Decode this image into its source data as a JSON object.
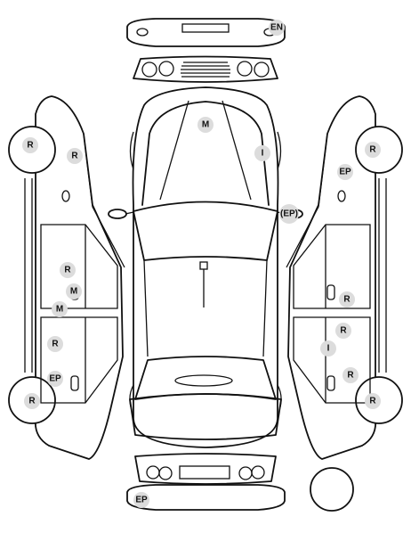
{
  "diagram": {
    "markers": [
      {
        "id": "front-bumper-en",
        "code": "EN"
      },
      {
        "id": "roof-m",
        "code": "M"
      },
      {
        "id": "windshield-i",
        "code": "I"
      },
      {
        "id": "right-front-wheel-r",
        "code": "R"
      },
      {
        "id": "right-front-fender-ep",
        "code": "EP"
      },
      {
        "id": "right-mirror-ep",
        "code": "(EP)"
      },
      {
        "id": "left-front-wheel-r",
        "code": "R"
      },
      {
        "id": "left-front-fender-r",
        "code": "R"
      },
      {
        "id": "left-front-door-r",
        "code": "R"
      },
      {
        "id": "left-front-door-m",
        "code": "M"
      },
      {
        "id": "left-sill-m",
        "code": "M"
      },
      {
        "id": "left-rear-door-r",
        "code": "R"
      },
      {
        "id": "left-rear-fender-ep",
        "code": "EP"
      },
      {
        "id": "left-rear-wheel-r",
        "code": "R"
      },
      {
        "id": "right-front-door-r",
        "code": "R"
      },
      {
        "id": "right-rear-door-r",
        "code": "R"
      },
      {
        "id": "right-rear-door-i",
        "code": "I"
      },
      {
        "id": "right-rear-fender-r",
        "code": "R"
      },
      {
        "id": "right-rear-wheel-r",
        "code": "R"
      },
      {
        "id": "rear-bumper-ep",
        "code": "EP"
      }
    ]
  }
}
